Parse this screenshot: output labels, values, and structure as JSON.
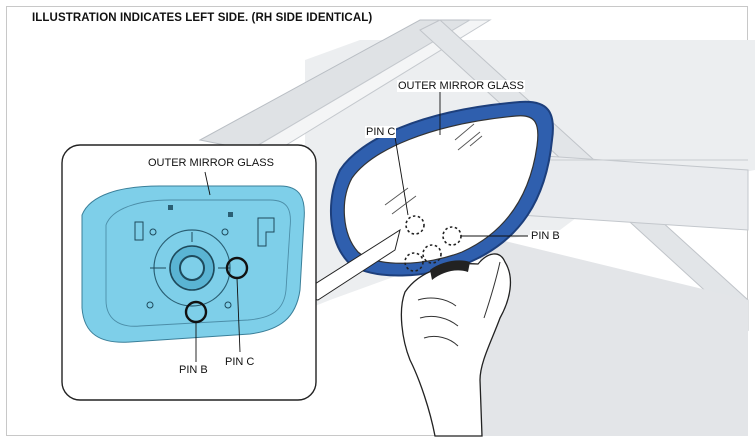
{
  "figure": {
    "title": "ILLUSTRATION INDICATES LEFT SIDE. (RH SIDE IDENTICAL)",
    "labels": {
      "outer_mirror_glass_main": "OUTER MIRROR GLASS",
      "outer_mirror_glass_inset": "OUTER MIRROR GLASS",
      "pin_c_main": "PIN C",
      "pin_b_main": "PIN B",
      "pin_b_inset": "PIN B",
      "pin_c_inset": "PIN C"
    },
    "colors": {
      "glass_blue": "#7ecfe9",
      "mirror_housing_blue": "#2f5fae",
      "line_dark": "#222222",
      "background_gray": "#e9eaec"
    }
  }
}
